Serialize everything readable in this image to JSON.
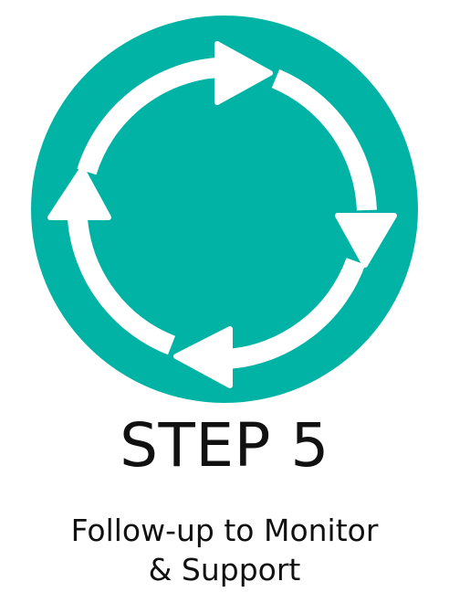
{
  "colors": {
    "circle": "#00B3A4",
    "arrows": "#ffffff",
    "text": "#111111"
  },
  "icon": "cycle-arrows-icon",
  "step": {
    "title": "STEP 5",
    "subtitle_line1": "Follow-up to Monitor",
    "subtitle_line2": "& Support"
  }
}
